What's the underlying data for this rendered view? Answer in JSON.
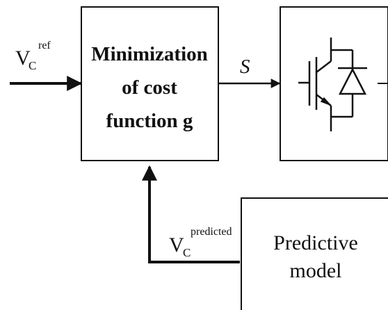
{
  "inputs": {
    "vc_ref": {
      "main": "V",
      "sub": "C",
      "sup": "ref"
    },
    "switch_signal": "S",
    "vc_predicted": {
      "main": "V",
      "sub": "C",
      "sup": "predicted"
    }
  },
  "blocks": {
    "minimization": {
      "lines": [
        "Minimization",
        "of cost",
        "function g"
      ]
    },
    "converter": {
      "icon": "igbt-with-diode-icon"
    },
    "predictive_model": {
      "lines": [
        "Predictive",
        "model"
      ]
    }
  },
  "colors": {
    "stroke": "#111111",
    "text": "#111111",
    "background": "#ffffff"
  }
}
